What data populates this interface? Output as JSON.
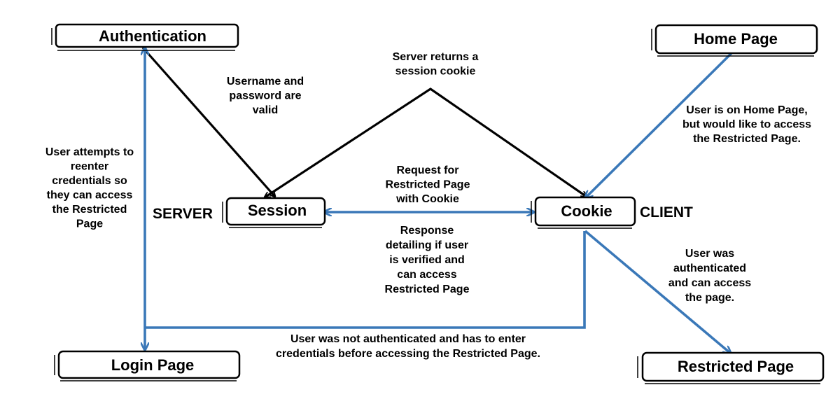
{
  "nodes": {
    "authentication": {
      "label": "Authentication"
    },
    "home_page": {
      "label": "Home Page"
    },
    "session": {
      "label": "Session"
    },
    "cookie": {
      "label": "Cookie"
    },
    "login_page": {
      "label": "Login Page"
    },
    "restricted_page": {
      "label": "Restricted Page"
    }
  },
  "sides": {
    "server": "SERVER",
    "client": "CLIENT"
  },
  "annotations": {
    "credentials_valid": [
      "Username and",
      "password are",
      "valid"
    ],
    "session_cookie": [
      "Server returns a",
      "session cookie"
    ],
    "home_to_restricted": [
      "User is on Home Page,",
      "but would like to access",
      "the Restricted Page."
    ],
    "reenter": [
      "User attempts to",
      "reenter",
      "credentials so",
      "they can access",
      "the Restricted",
      "Page"
    ],
    "request": [
      "Request for",
      "Restricted Page",
      "with Cookie"
    ],
    "response": [
      "Response",
      "detailing if user",
      "is verified and",
      "can access",
      "Restricted Page"
    ],
    "authenticated": [
      "User was",
      "authenticated",
      "and can access",
      "the page."
    ],
    "not_authenticated": [
      "User was not authenticated and has to enter",
      "credentials before accessing the Restricted Page."
    ]
  },
  "colors": {
    "blue_arrow": "#3a78b8",
    "black_arrow": "#000000",
    "box_fill": "#ffffff",
    "box_border": "#000000"
  }
}
